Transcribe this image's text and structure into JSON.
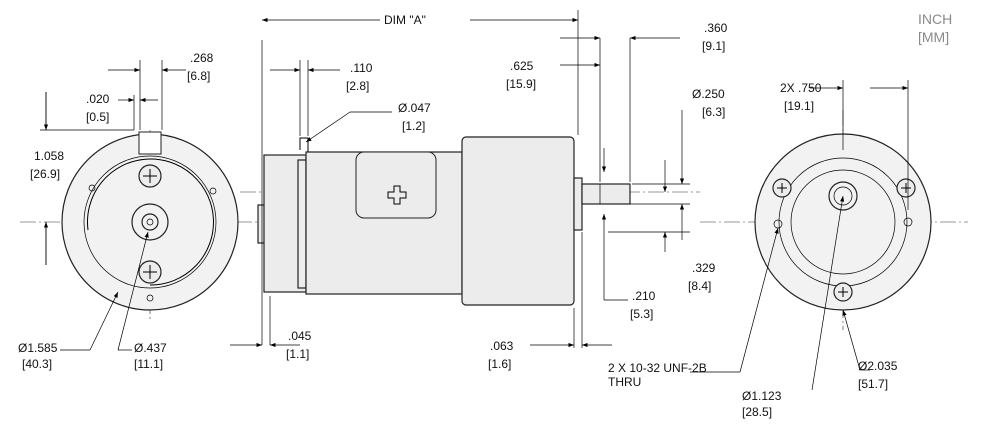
{
  "units": {
    "inch": "INCH",
    "mm": "[MM]"
  },
  "dims": {
    "dim_a": "DIM \"A\"",
    "d268_in": ".268",
    "d268_mm": "[6.8]",
    "d020_in": ".020",
    "d020_mm": "[0.5]",
    "d1058_in": "1.058",
    "d1058_mm": "[26.9]",
    "d110_in": ".110",
    "d110_mm": "[2.8]",
    "d047_in": "Ø.047",
    "d047_mm": "[1.2]",
    "d625_in": ".625",
    "d625_mm": "[15.9]",
    "d360_in": ".360",
    "d360_mm": "[9.1]",
    "d250_in": "Ø.250",
    "d250_mm": "[6.3]",
    "d329_in": ".329",
    "d329_mm": "[8.4]",
    "d210_in": ".210",
    "d210_mm": "[5.3]",
    "d045_in": ".045",
    "d045_mm": "[1.1]",
    "d063_in": ".063",
    "d063_mm": "[1.6]",
    "d1585_in": "Ø1.585",
    "d1585_mm": "[40.3]",
    "d437_in": "Ø.437",
    "d437_mm": "[11.1]",
    "d750_in": "2X .750",
    "d750_mm": "[19.1]",
    "d1123_in": "Ø1.123",
    "d1123_mm": "[28.5]",
    "d2035_in": "Ø2.035",
    "d2035_mm": "[51.7]",
    "thread_line1": "2 X 10-32 UNF-2B",
    "thread_line2": "THRU"
  }
}
